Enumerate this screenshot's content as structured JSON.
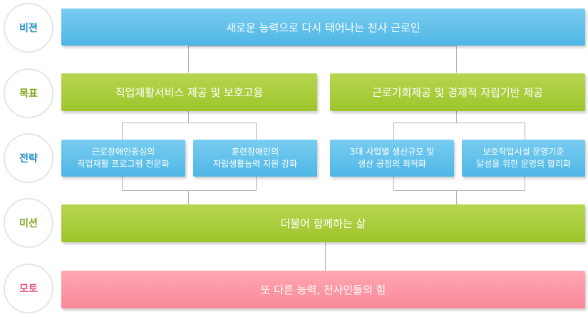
{
  "rows": {
    "vision": {
      "label": "비젼",
      "text": "새로운 능력으로 다시 태어나는 천사 근로인"
    },
    "goal": {
      "label": "목표",
      "items": [
        "직업재활서비스 제공 및 보호고용",
        "근로기회제공 및 경제적 자립기반 제공"
      ]
    },
    "strategy": {
      "label": "전략",
      "items": [
        {
          "line1": "근로장애인중심의",
          "line2": "직업재활 프로그램 전문화"
        },
        {
          "line1": "훈련장애인의",
          "line2": "자립생활능력 지원 강화"
        },
        {
          "line1": "3대 사업별 생산규모 및",
          "line2": "생산 공정의 최적화"
        },
        {
          "line1": "보호작업시설 운영기준",
          "line2": "달성을 위한 운영의 합리화"
        }
      ]
    },
    "mission": {
      "label": "미션",
      "text": "더불어 함께하는 삶"
    },
    "motto": {
      "label": "모토",
      "text": "또 다른 능력, 천사인들의 힘"
    }
  },
  "colors": {
    "blue": "#5bbde9",
    "green": "#a7cc37",
    "pink": "#fb93a0",
    "label_blue": "#1e8ec6",
    "label_green": "#7ea617",
    "label_pink": "#e24a7a"
  }
}
